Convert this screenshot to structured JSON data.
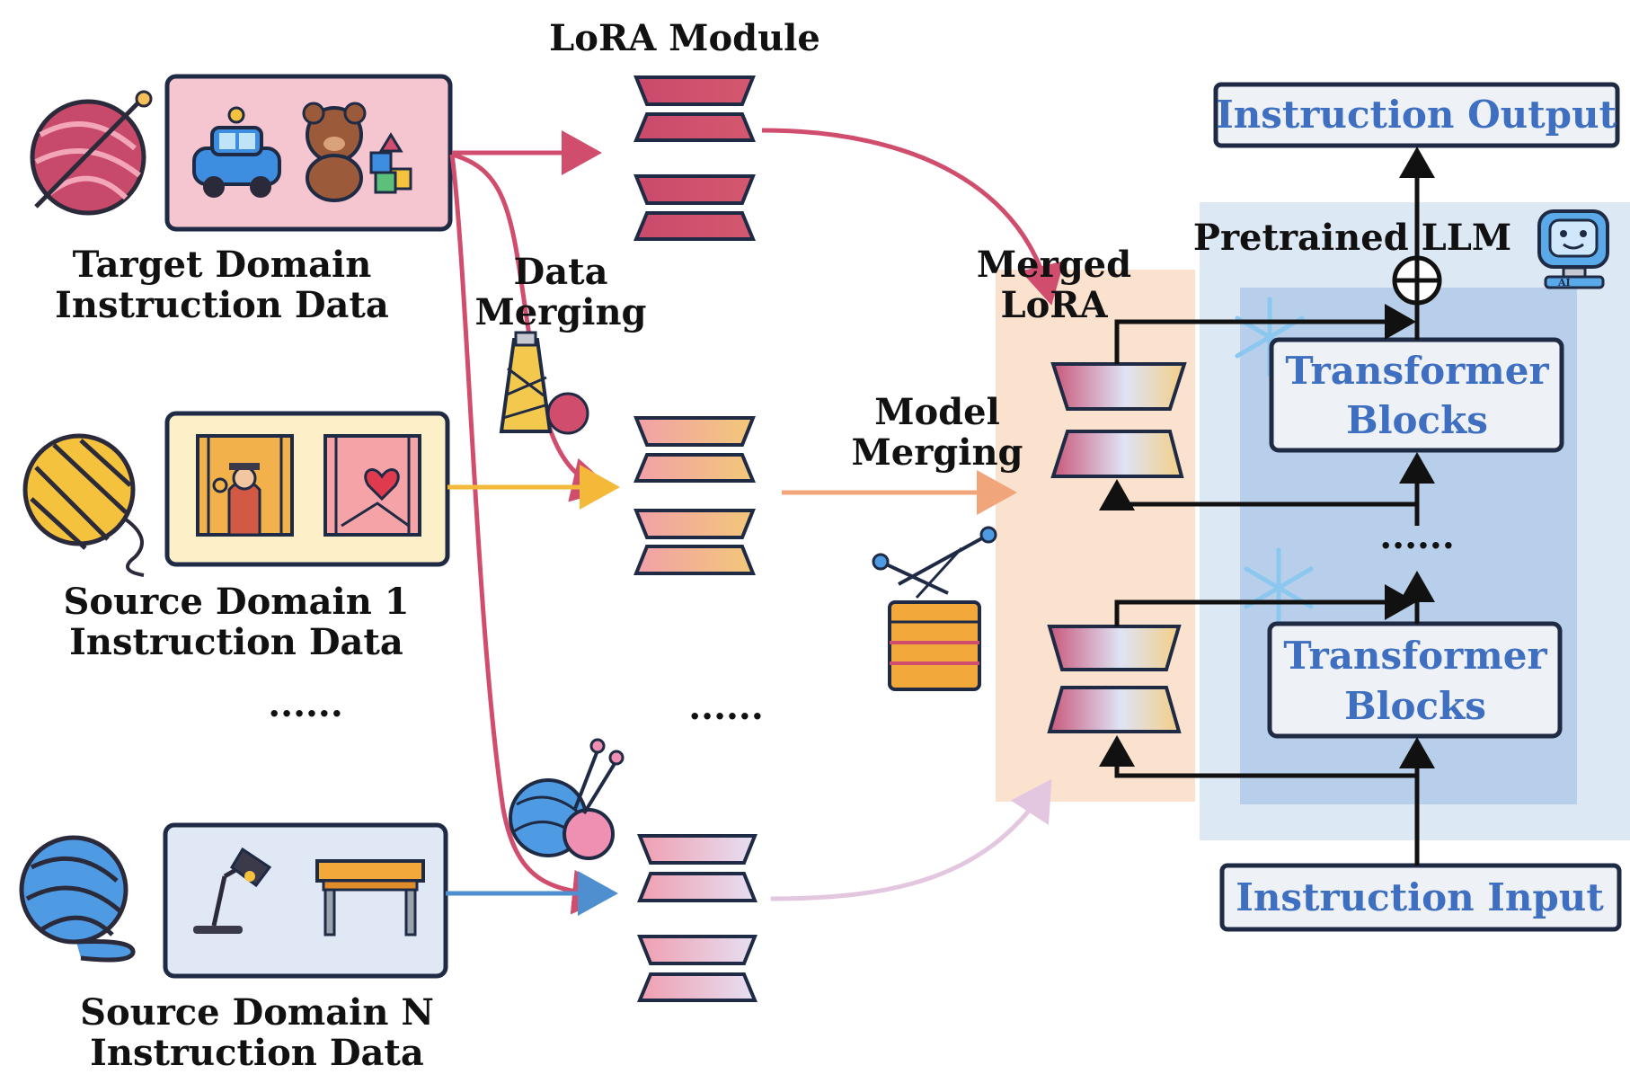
{
  "lora_module_title": "LoRA Module",
  "domains": {
    "target": {
      "line1": "Target Domain",
      "line2": "Instruction Data"
    },
    "source1": {
      "line1": "Source Domain 1",
      "line2": "Instruction Data"
    },
    "sourceN": {
      "line1": "Source Domain N",
      "line2": "Instruction Data"
    }
  },
  "ellipsis": "......",
  "data_merging": {
    "line1": "Data",
    "line2": "Merging"
  },
  "model_merging": {
    "line1": "Model",
    "line2": "Merging"
  },
  "merged_lora": {
    "line1": "Merged",
    "line2": "LoRA"
  },
  "pretrained_llm": "Pretrained LLM",
  "ai_badge": "AI",
  "instruction_output": "Instruction Output",
  "instruction_input": "Instruction Input",
  "transformer_blocks": {
    "line1": "Transformer",
    "line2": "Blocks"
  },
  "colors": {
    "target_arrow": "#d04d6e",
    "source1_arrow": "#f5b93a",
    "sourceN_arrow": "#4f8fd0",
    "model_merge_arrow": "#f0a57a",
    "faint_arrow": "#e3c6df",
    "llm_bg": "#dde8f5",
    "inner_llm_bg": "#b7cfea",
    "merged_bg": "#fbe2cf",
    "label_blue": "#3f6fc0"
  }
}
